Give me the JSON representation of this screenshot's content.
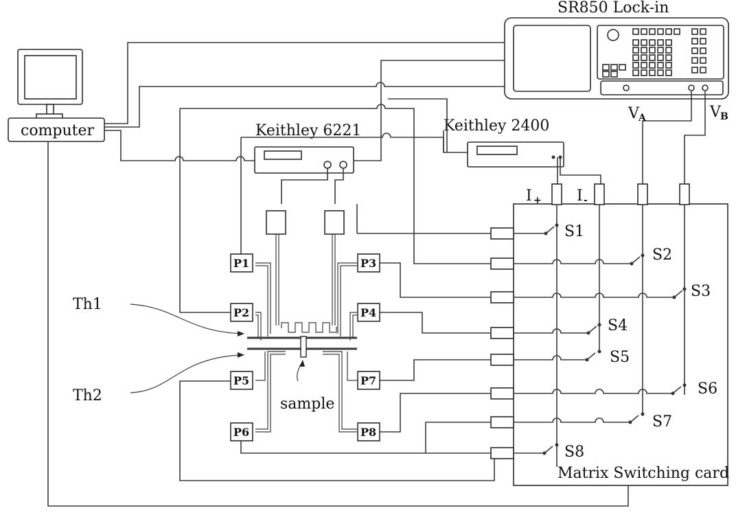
{
  "labels": {
    "lockin": "SR850 Lock-in",
    "computer": "computer",
    "k6221": "Keithley 6221",
    "k2400": "Keithley 2400",
    "va_main": "V",
    "va_sub": "A",
    "vb_main": "V",
    "vb_sub": "B",
    "iplus_main": "I",
    "iplus_sub": "+",
    "iminus_main": "I",
    "iminus_sub": "-",
    "th1": "Th1",
    "th2": "Th2",
    "sample": "sample",
    "matrix": "Matrix Switching card"
  },
  "pads": [
    "P1",
    "P2",
    "P3",
    "P4",
    "P5",
    "P6",
    "P7",
    "P8"
  ],
  "switches": [
    "S1",
    "S2",
    "S3",
    "S4",
    "S5",
    "S6",
    "S7",
    "S8"
  ]
}
